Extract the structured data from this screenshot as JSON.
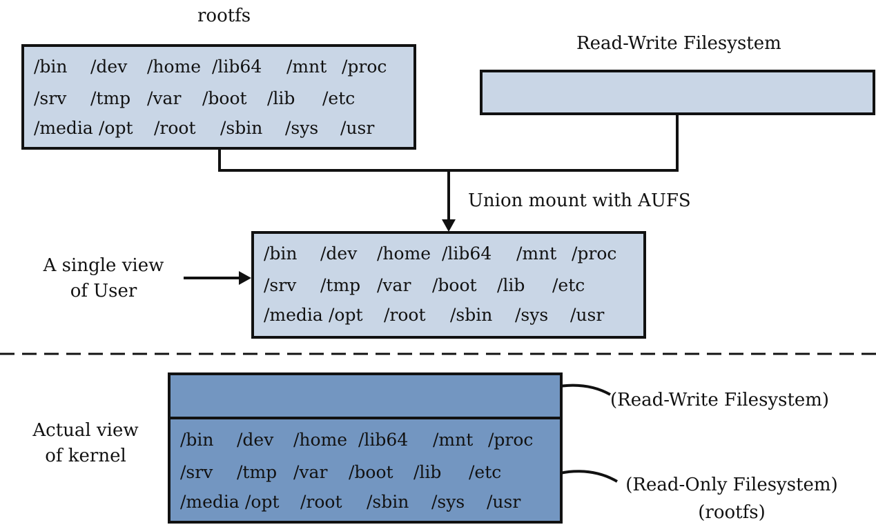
{
  "labels": {
    "rootfs_title": "rootfs",
    "rw_title": "Read-Write Filesystem",
    "union": "Union mount with AUFS",
    "single_view_1": "A single view",
    "single_view_2": "of User",
    "actual_view_1": "Actual view",
    "actual_view_2": "of kernel",
    "rw_annot": "(Read-Write Filesystem)",
    "ro_annot_1": "(Read-Only Filesystem)",
    "ro_annot_2": "(rootfs)"
  },
  "dirs": [
    [
      "/bin",
      "/dev",
      "/home",
      "/lib64",
      "/mnt",
      "/proc"
    ],
    [
      "/srv",
      "/tmp",
      "/var",
      "/boot",
      "/lib",
      "/etc"
    ],
    [
      "/media",
      "/opt",
      "/root",
      "/sbin",
      "/sys",
      "/usr"
    ]
  ],
  "colors": {
    "light_box": "#c9d6e6",
    "dark_box": "#7396c1",
    "stroke": "#111111"
  }
}
